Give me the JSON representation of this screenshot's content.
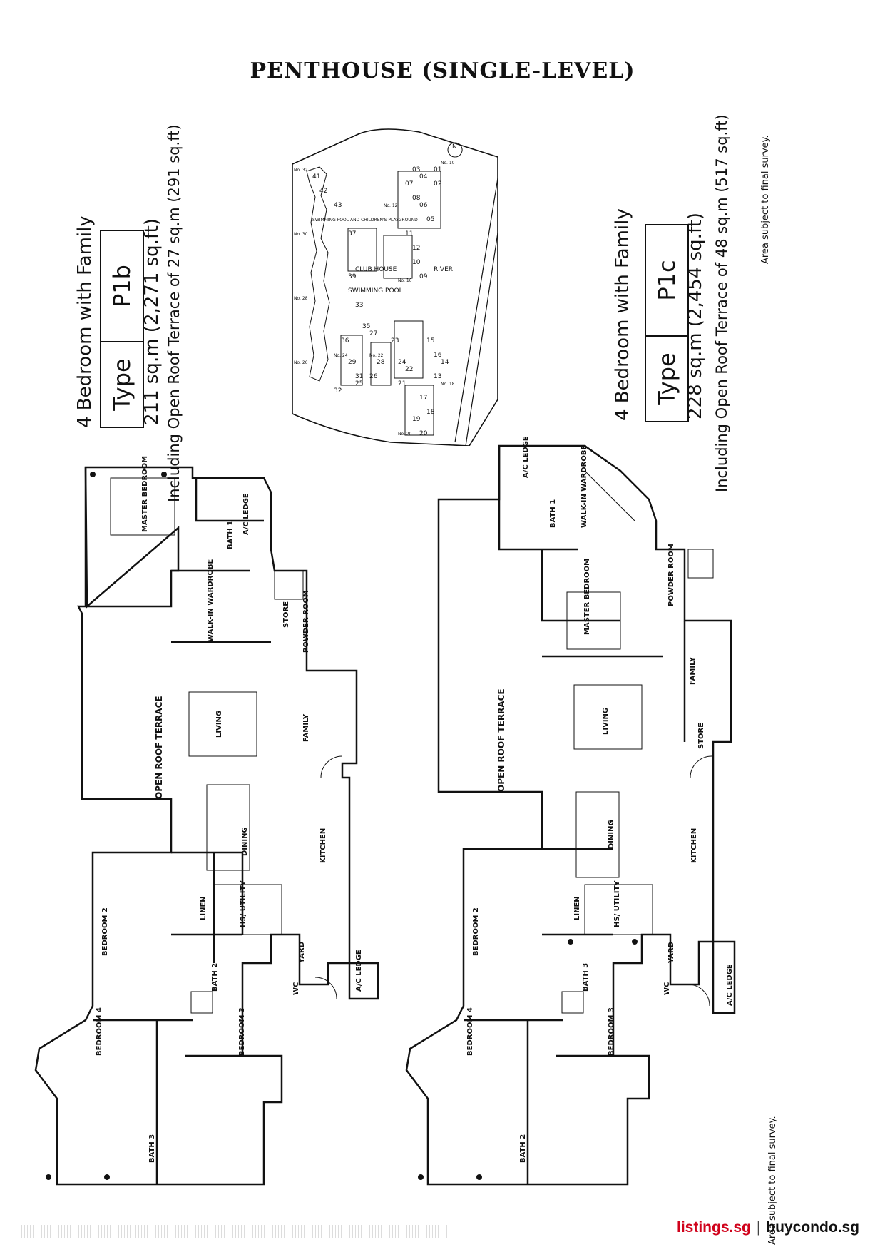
{
  "page_title": "PENTHOUSE (SINGLE-LEVEL)",
  "unit_p1b": {
    "desc": "4 Bedroom with Family",
    "type_label": "Type",
    "type_code": "P1b",
    "area": "211 sq.m (2,271 sq.ft)",
    "terrace": "Including Open Roof Terrace of 27 sq.m (291 sq.ft)"
  },
  "unit_p1c": {
    "desc": "4 Bedroom with Family",
    "type_label": "Type",
    "type_code": "P1c",
    "area": "228 sq.m (2,454 sq.ft)",
    "terrace": "Including Open Roof Terrace of 48 sq.m (517 sq.ft)"
  },
  "disclaimer": "Area subject to final survey.",
  "site_plan": {
    "north": "N",
    "labels": [
      "CLUB HOUSE",
      "SWIMMING POOL",
      "SWIMMING POOL AND CHILDREN'S PLAYGROUND",
      "RIVER"
    ],
    "blocks": [
      "41",
      "42",
      "43",
      "37",
      "39",
      "33",
      "35",
      "36",
      "29",
      "31",
      "32",
      "27",
      "28",
      "26",
      "25",
      "23",
      "24",
      "22",
      "21",
      "15",
      "16",
      "14",
      "13",
      "17",
      "18",
      "19",
      "20",
      "11",
      "12",
      "10",
      "09",
      "07",
      "08",
      "06",
      "05",
      "03",
      "04",
      "02",
      "01"
    ],
    "block_nos": [
      "No. 32",
      "No. 30",
      "No. 28",
      "No. 26",
      "No. 24",
      "No. 22",
      "No. 20",
      "No. 18",
      "No. 16",
      "No. 12",
      "No. 10"
    ]
  },
  "rooms_p1b": {
    "master": "MASTER BEDROOM",
    "ac_top": "A/C LEDGE",
    "bath1": "BATH 1",
    "wardrobe": "WALK-IN WARDROBE",
    "store": "STORE",
    "powder": "POWDER ROOM",
    "terrace": "OPEN ROOF TERRACE",
    "living": "LIVING",
    "family": "FAMILY",
    "dining": "DINING",
    "kitchen": "KITCHEN",
    "bed2": "BEDROOM 2",
    "linen": "LINEN",
    "utility": "HS/ UTILITY",
    "yard": "YARD",
    "ac_bottom": "A/C LEDGE",
    "bath2": "BATH 2",
    "wc": "WC",
    "bed4": "BEDROOM 4",
    "bed3": "BEDROOM 3",
    "bath3": "BATH 3"
  },
  "rooms_p1c": {
    "ac_top": "A/C LEDGE",
    "bath1": "BATH 1",
    "wardrobe": "WALK-IN WARDROBE",
    "master": "MASTER BEDROOM",
    "powder": "POWDER ROOM",
    "terrace": "OPEN ROOF TERRACE",
    "family": "FAMILY",
    "living": "LIVING",
    "store": "STORE",
    "dining": "DINING",
    "kitchen": "KITCHEN",
    "bed2": "BEDROOM 2",
    "linen": "LINEN",
    "utility": "HS/ UTILITY",
    "yard": "YARD",
    "ac_bottom": "A/C LEDGE",
    "bath3": "BATH 3",
    "wc": "WC",
    "bed4": "BEDROOM 4",
    "bed3": "BEDROOM 3",
    "bath2": "BATH 2"
  },
  "footer": {
    "left": "listings.sg",
    "sep": "|",
    "right": "buycondo.sg"
  }
}
